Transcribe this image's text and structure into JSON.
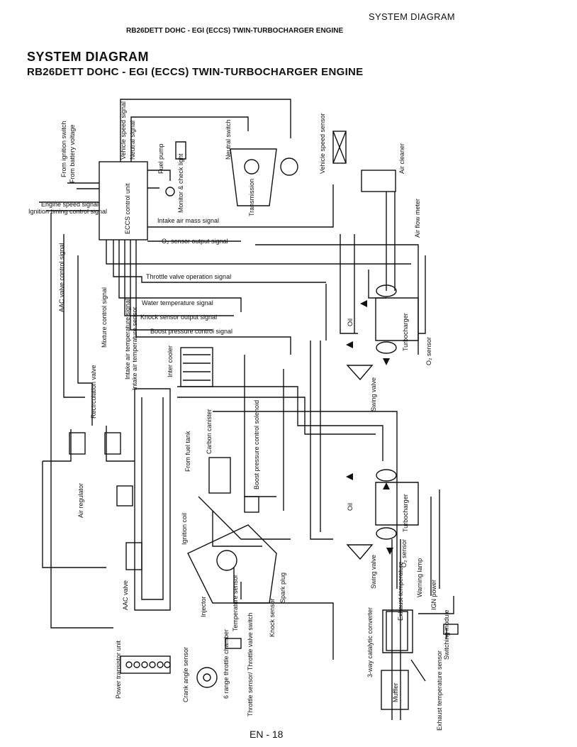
{
  "header": {
    "section": "SYSTEM DIAGRAM",
    "subtitle": "RB26DETT DOHC - EGI (ECCS) TWIN-TURBOCHARGER ENGINE"
  },
  "title": {
    "line1": "SYSTEM DIAGRAM",
    "line2": "RB26DETT DOHC - EGI (ECCS) TWIN-TURBOCHARGER ENGINE"
  },
  "footer": {
    "page": "EN - 18"
  },
  "labels": {
    "from_ignition_switch": "From ignition switch",
    "from_battery_voltage": "From battery voltage",
    "vehicle_speed_signal": "Vehicle speed signal",
    "neutral_signal": "Neutral signal",
    "eccs_control_unit": "ECCS control unit",
    "fuel_pump": "Fuel pump",
    "monitor_check_light": "Monitor & check light",
    "neutral_switch": "Neutral switch",
    "transmission": "Transmission",
    "vehicle_speed_sensor": "Vehicle speed sensor",
    "air_cleaner": "Air cleaner",
    "air_flow_meter": "Air flow meter",
    "engine_speed_signal": "Engine speed signal",
    "ignition_timing_control_signal": "Ignition timing control signal",
    "intake_air_mass_signal": "Intake air mass signal",
    "o2_sensor_output_signal": "O₂ sensor output signal",
    "aac_valve_control_signal": "AAC valve control signal",
    "throttle_valve_operation_signal": "Throttle valve operation signal",
    "water_temperature_signal": "Water temperature signal",
    "knock_sensor_output_signal": "Knock sensor output signal",
    "boost_pressure_control_signal": "Boost pressure control signal",
    "recirculation_valve": "Recirculation valve",
    "mixture_control_signal": "Mixture control signal",
    "intake_air_temperature_signal": "Intake air temperature signal",
    "intake_air_temperature_sensor": "Intake air temperature sensor",
    "inter_cooler": "Inter cooler",
    "turbocharger_upper": "Turbocharger",
    "oil_upper": "Oil",
    "o2_sensor_upper": "O₂ sensor",
    "swing_valve_upper": "Swing valve",
    "boost_pressure_control_solenoid": "Boost pressure control solenoid",
    "from_fuel_tank": "From fuel tank",
    "carbon_canister": "Carbon canister",
    "air_regulator": "Air regulator",
    "ignition_coil": "Ignition coil",
    "oil_lower": "Oil",
    "turbocharger_lower": "Turbocharger",
    "swing_valve_lower": "Swing valve",
    "o2_sensor_lower": "O₂ sensor",
    "warning_lamp": "Warning lamp",
    "exhaust_temperature": "Exhaust temperature",
    "ign_power": "IGN power",
    "switching_module": "Switching module",
    "aac_valve": "AAC valve",
    "injector": "Injector",
    "spark_plug": "Spark plug",
    "temperature_sensor": "Temperature sensor",
    "knock_sensor": "Knock sensor",
    "three_way_catalytic_converter": "3-way catalytic converter",
    "power_transistor_unit": "Power transistor unit",
    "crank_angle_sensor": "Crank angle sensor",
    "six_range_throttle_chamber": "6 range throttle chamber",
    "throttle_sensor_switch": "Throttle sensor/ Throttle valve switch",
    "muffler": "Muffler",
    "exhaust_temperature_sensor": "Exhaust temperature sensor"
  },
  "colors": {
    "ink": "#111111",
    "paper": "#ffffff"
  }
}
